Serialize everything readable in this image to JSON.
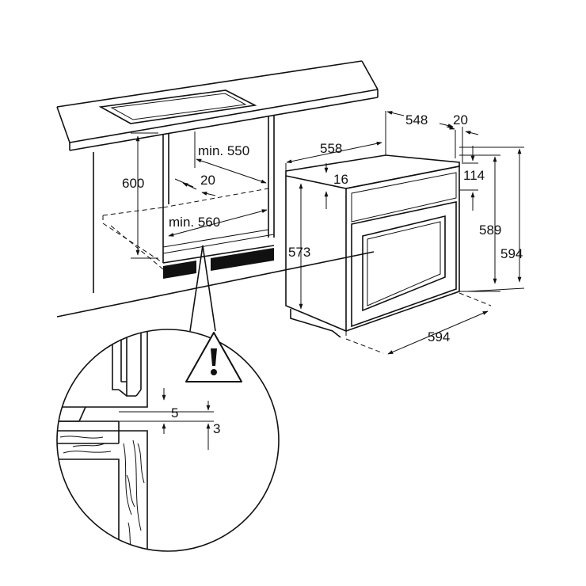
{
  "dimensions": {
    "cabinet_height": "600",
    "cabinet_depth": "min. 550",
    "cabinet_width": "min. 560",
    "vent_gap": "20",
    "oven_width_top": "558",
    "oven_depth": "548",
    "door_offset": "20",
    "top_panel": "16",
    "top_clearance": "114",
    "oven_body_height": "573",
    "oven_height_inner": "589",
    "oven_height": "594",
    "oven_width": "594",
    "detail_gap_5": "5",
    "detail_gap_3": "3"
  },
  "icons": {
    "warning": "warning-triangle-icon"
  }
}
